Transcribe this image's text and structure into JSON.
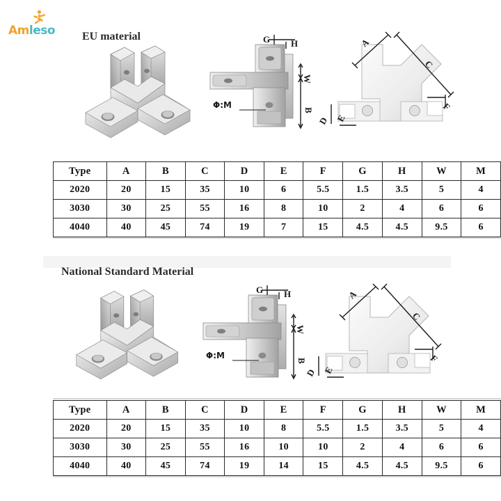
{
  "brand": {
    "name_part1": "Am",
    "name_part2": "leso",
    "icon": "running-figure-icon",
    "color_primary": "#F2A32C",
    "color_secondary": "#4BB8C4"
  },
  "sections": [
    {
      "id": "eu",
      "title": "EU material",
      "figures": {
        "isometric": {
          "name": "3-way-corner-bracket-isometric-view"
        },
        "side": {
          "name": "3-way-corner-bracket-side-view",
          "labels": [
            "G",
            "H",
            "W",
            "B",
            "Φ:M"
          ]
        },
        "front": {
          "name": "3-way-corner-bracket-front-view",
          "labels": [
            "A",
            "C",
            "D",
            "E",
            "F"
          ]
        }
      },
      "table": {
        "headers": [
          "Type",
          "A",
          "B",
          "C",
          "D",
          "E",
          "F",
          "G",
          "H",
          "W",
          "M"
        ],
        "rows": [
          [
            "2020",
            "20",
            "15",
            "35",
            "10",
            "6",
            "5.5",
            "1.5",
            "3.5",
            "5",
            "4"
          ],
          [
            "3030",
            "30",
            "25",
            "55",
            "16",
            "8",
            "10",
            "2",
            "4",
            "6",
            "6"
          ],
          [
            "4040",
            "40",
            "45",
            "74",
            "19",
            "7",
            "15",
            "4.5",
            "4.5",
            "9.5",
            "6"
          ]
        ]
      }
    },
    {
      "id": "national",
      "title": "National Standard Material",
      "figures": {
        "isometric": {
          "name": "3-way-corner-bracket-isometric-view"
        },
        "side": {
          "name": "3-way-corner-bracket-side-view",
          "labels": [
            "G",
            "H",
            "W",
            "B",
            "Φ:M"
          ]
        },
        "front": {
          "name": "3-way-corner-bracket-front-view",
          "labels": [
            "A",
            "C",
            "D",
            "E",
            "F"
          ]
        }
      },
      "table": {
        "headers": [
          "Type",
          "A",
          "B",
          "C",
          "D",
          "E",
          "F",
          "G",
          "H",
          "W",
          "M"
        ],
        "rows": [
          [
            "2020",
            "20",
            "15",
            "35",
            "10",
            "8",
            "5.5",
            "1.5",
            "3.5",
            "5",
            "4"
          ],
          [
            "3030",
            "30",
            "25",
            "55",
            "16",
            "10",
            "10",
            "2",
            "4",
            "6",
            "6"
          ],
          [
            "4040",
            "40",
            "45",
            "74",
            "19",
            "14",
            "15",
            "4.5",
            "4.5",
            "9.5",
            "6"
          ]
        ]
      }
    }
  ]
}
